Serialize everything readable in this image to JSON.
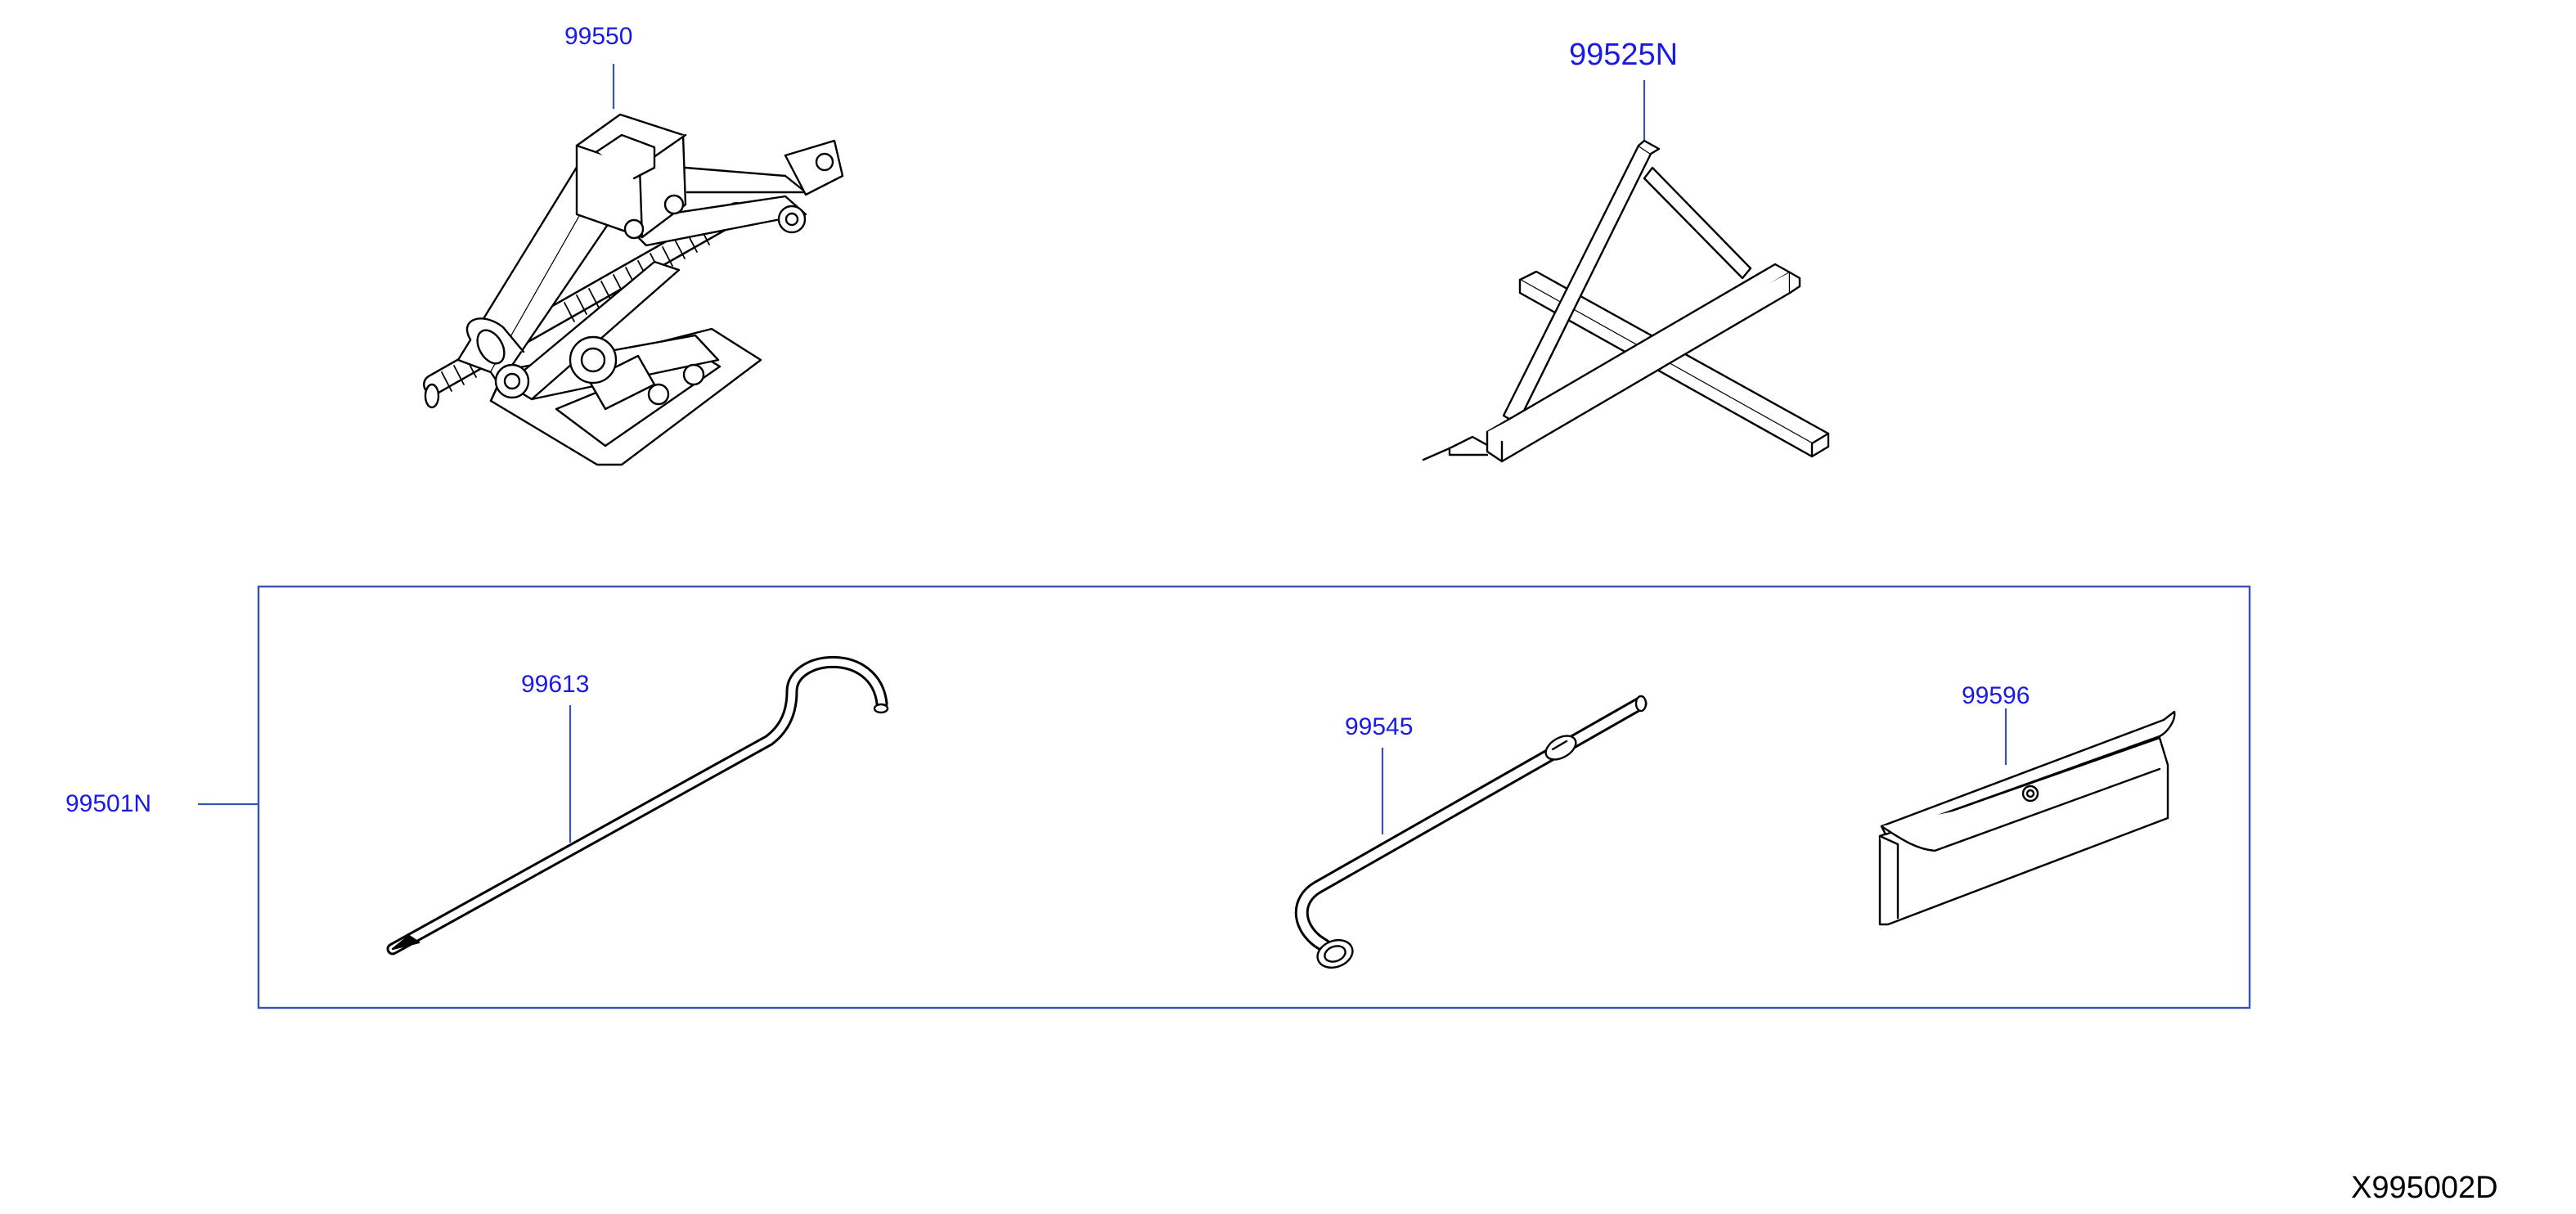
{
  "parts": {
    "jack": "99550",
    "triangle": "99525N",
    "kit": "99501N",
    "hook": "99613",
    "wrench": "99545",
    "bag": "99596"
  },
  "diagram_code": "X995002D",
  "colors": {
    "callout": "#1a1ae6",
    "kit_box": "#3a52b8",
    "line_art": "#000000"
  }
}
